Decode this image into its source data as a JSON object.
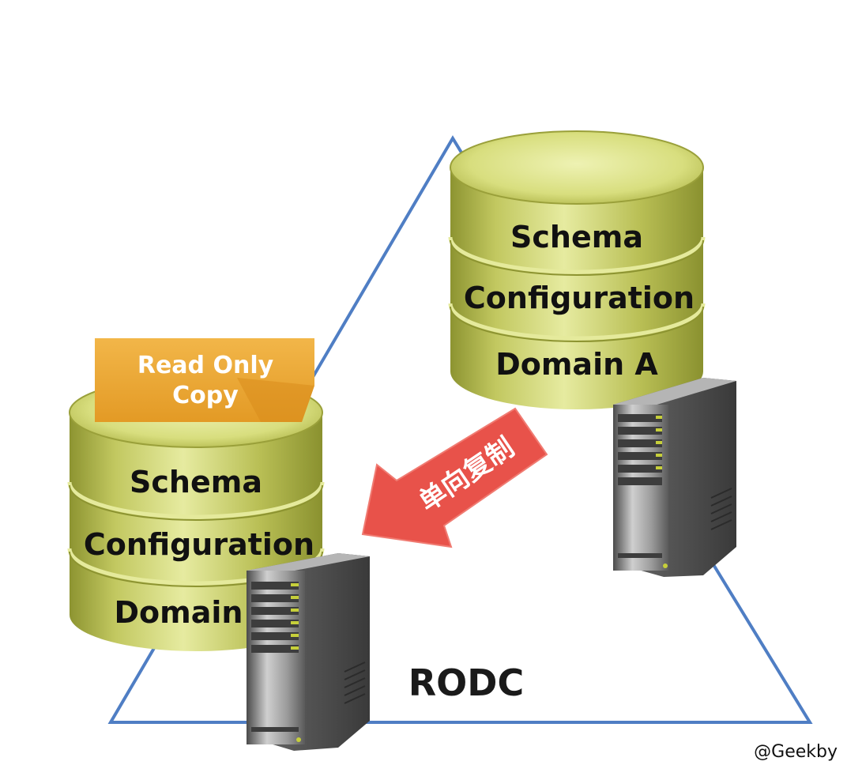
{
  "primary_db": {
    "layers": [
      "Schema",
      "Configuration",
      "Domain A"
    ]
  },
  "rodc_db": {
    "badge_line1": "Read Only",
    "badge_line2": "Copy",
    "layers": [
      "Schema",
      "Configuration",
      "Domain"
    ]
  },
  "arrow_label": "单向复制",
  "rodc_label": "RODC",
  "watermark": "@Geekby",
  "colors": {
    "triangle": "#4f7ec4",
    "cylinder": "#c3c961",
    "badge": "#eca93a",
    "arrow": "#e8524a"
  }
}
